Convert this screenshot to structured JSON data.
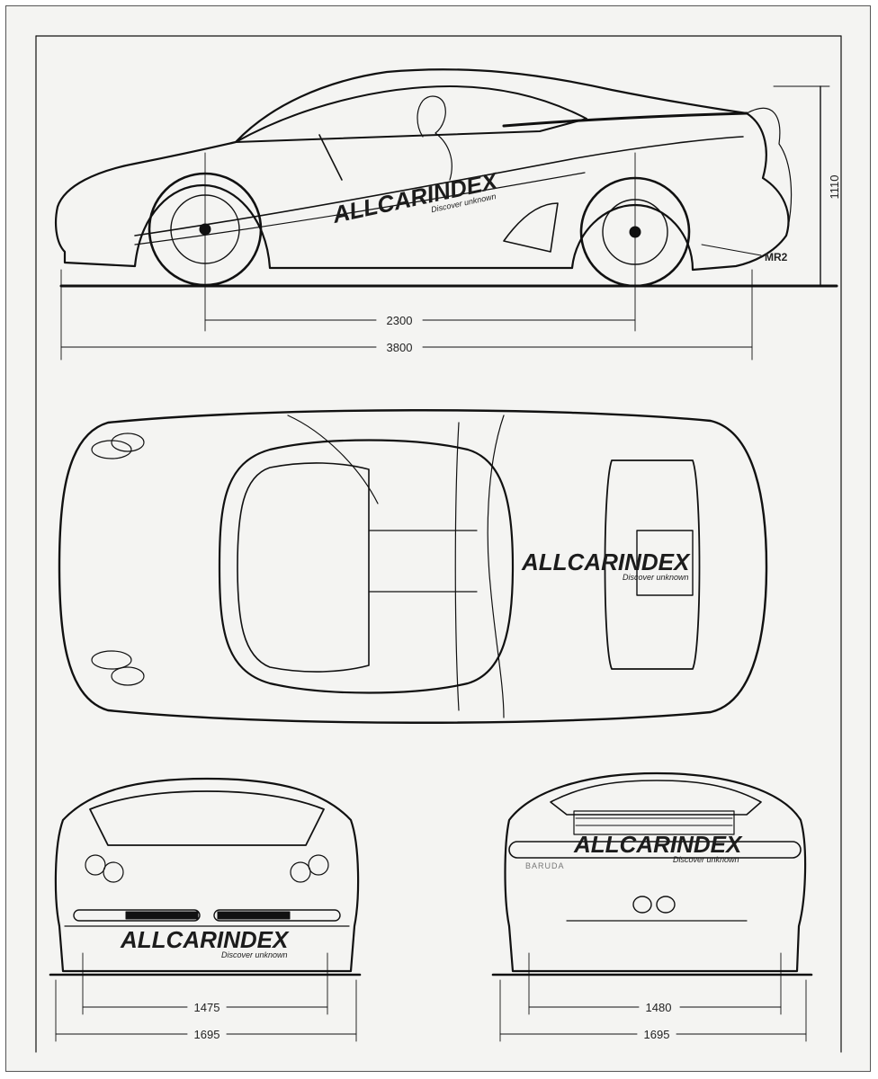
{
  "dimensions": {
    "height": "1110",
    "wheelbase": "2300",
    "length": "3800",
    "front_track": "1475",
    "front_width": "1695",
    "rear_track": "1480",
    "rear_width": "1695"
  },
  "labels": {
    "model_tag": "MR2",
    "rear_badge": "BARUDA"
  },
  "watermark": {
    "title": "ALLCARINDEX",
    "subtitle": "Discover unknown"
  },
  "colors": {
    "line": "#111111",
    "paper": "#f4f4f2"
  }
}
